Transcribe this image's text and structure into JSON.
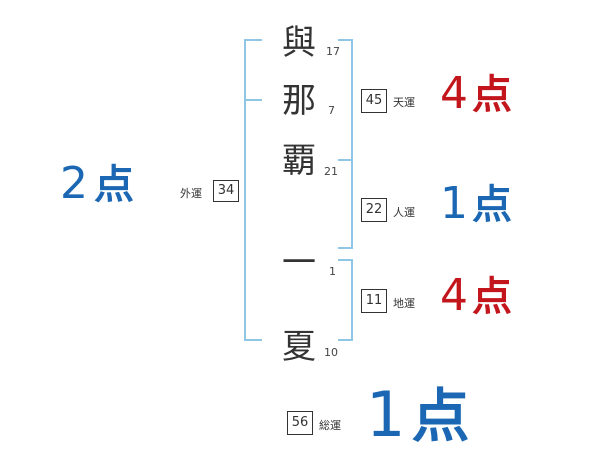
{
  "name_chars": [
    {
      "char": "與",
      "strokes": "17"
    },
    {
      "char": "那",
      "strokes": "7"
    },
    {
      "char": "覇",
      "strokes": "21"
    },
    {
      "char": "一",
      "strokes": "1"
    },
    {
      "char": "夏",
      "strokes": "10"
    }
  ],
  "fortunes": {
    "gaikaku": {
      "label": "外運",
      "value": "34",
      "score_num": "2",
      "score_unit": "点"
    },
    "tenkaku": {
      "label": "天運",
      "value": "45",
      "score_num": "4",
      "score_unit": "点"
    },
    "jinkaku": {
      "label": "人運",
      "value": "22",
      "score_num": "1",
      "score_unit": "点"
    },
    "chikaku": {
      "label": "地運",
      "value": "11",
      "score_num": "4",
      "score_unit": "点"
    },
    "soukaku": {
      "label": "総運",
      "value": "56",
      "score_num": "1",
      "score_unit": "点"
    }
  },
  "colors": {
    "bracket": "#8fc6e6",
    "score_red": "#c3161c",
    "score_blue": "#1c67b3"
  }
}
